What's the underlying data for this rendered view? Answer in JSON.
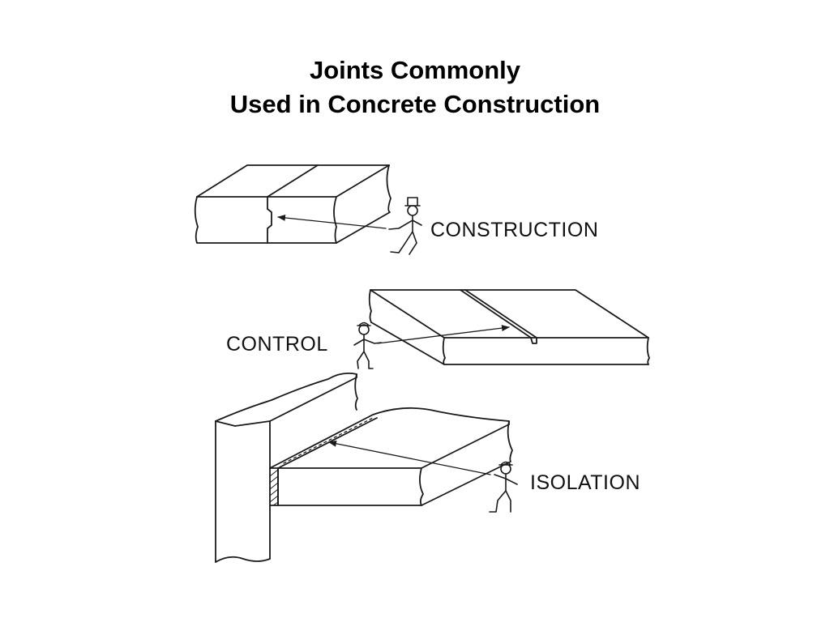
{
  "title": {
    "line1": "Joints Commonly",
    "line2": "Used in Concrete Construction"
  },
  "joints": {
    "construction": "CONSTRUCTION",
    "control": "CONTROL",
    "isolation": "ISOLATION"
  },
  "colors": {
    "background": "#ffffff",
    "ink": "#1a1a1a"
  }
}
